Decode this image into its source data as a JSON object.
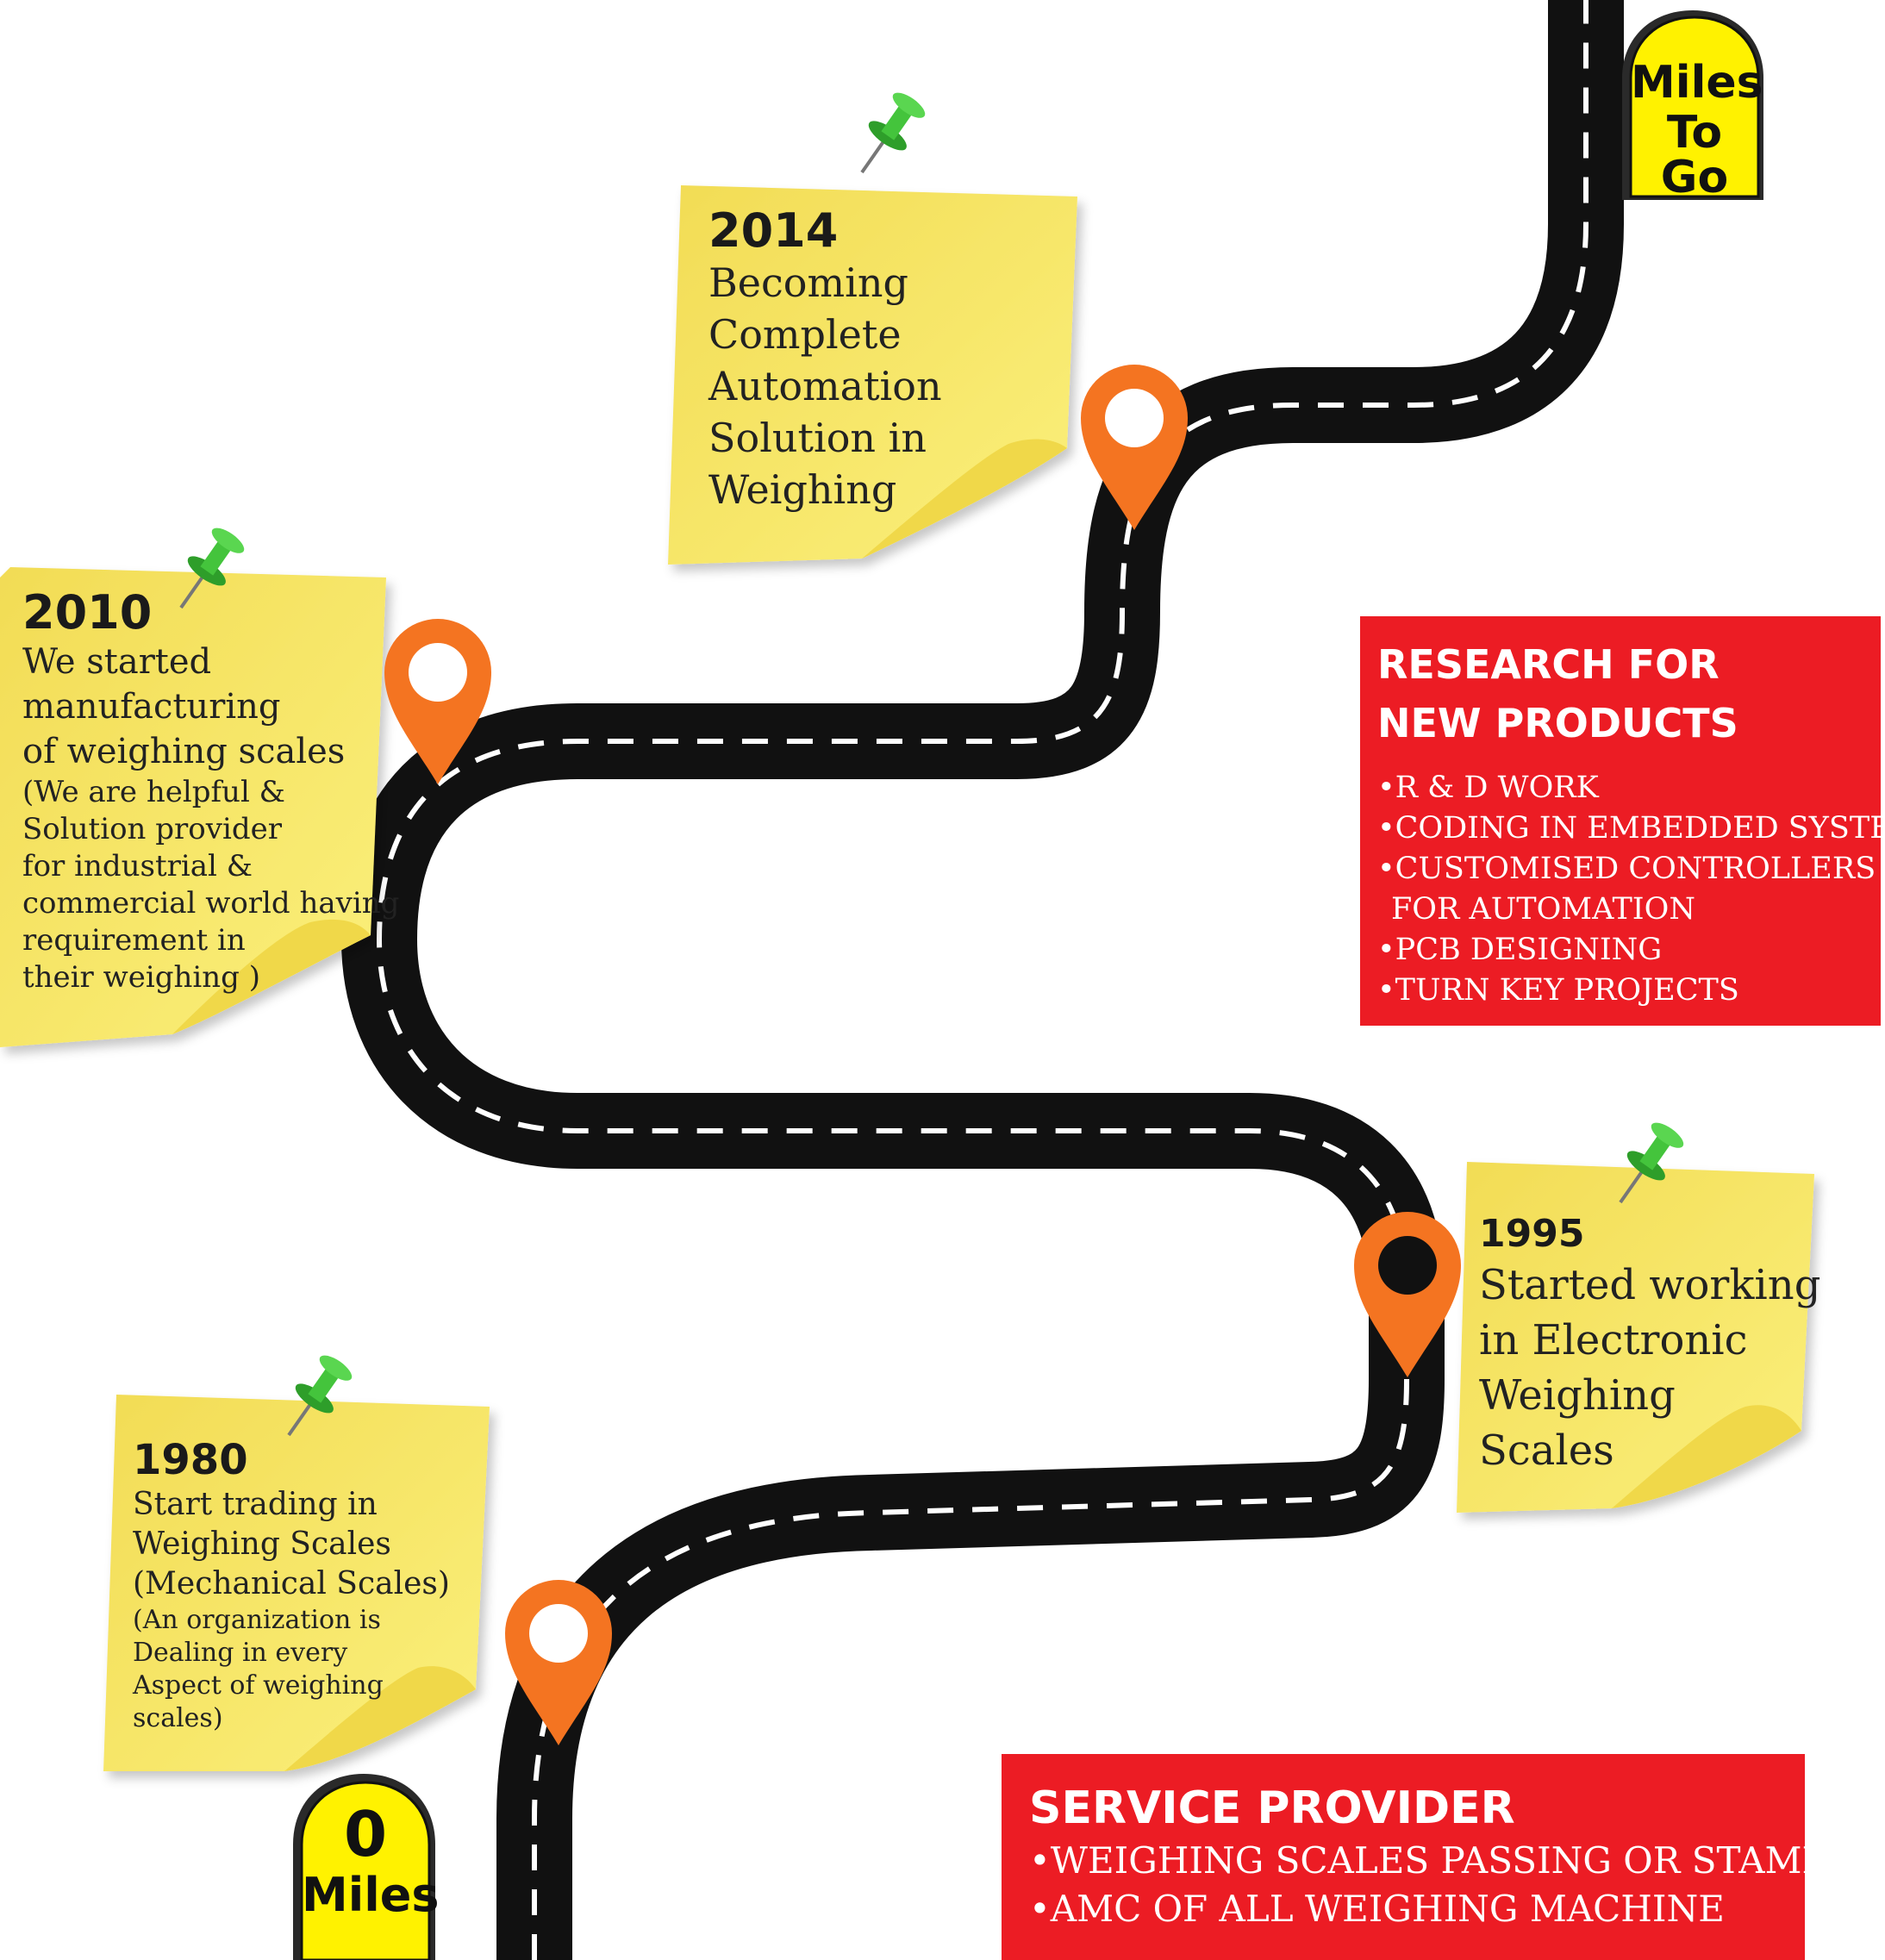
{
  "signs": {
    "end": {
      "line1": "Miles",
      "line2": "To Go"
    },
    "start": {
      "line1": "0",
      "line2": "Miles"
    }
  },
  "milestones": [
    {
      "year": "1980",
      "lines": [
        "Start trading in",
        "Weighing Scales",
        "(Mechanical Scales)"
      ],
      "sub_lines": [
        "(An organization is",
        "Dealing in every",
        "Aspect of weighing",
        "scales)"
      ]
    },
    {
      "year": "1995",
      "lines": [
        "Started working",
        "in Electronic",
        "Weighing",
        "Scales"
      ]
    },
    {
      "year": "2010",
      "lines": [
        "We started",
        "manufacturing",
        "of weighing scales"
      ],
      "sub_lines": [
        "(We are helpful &",
        "Solution provider",
        "for industrial &",
        "commercial world having",
        "requirement in",
        "their weighing )"
      ]
    },
    {
      "year": "2014",
      "lines": [
        "Becoming",
        "Complete",
        "Automation",
        "Solution in",
        "Weighing"
      ]
    }
  ],
  "research": {
    "title_line1": "RESEARCH FOR",
    "title_line2": "NEW PRODUCTS",
    "items": [
      "•R & D WORK",
      "•CODING IN EMBEDDED SYSTEM",
      "•CUSTOMISED CONTROLLERS",
      " FOR AUTOMATION",
      "•PCB DESIGNING",
      "•TURN KEY PROJECTS"
    ]
  },
  "service": {
    "title": "SERVICE PROVIDER",
    "items": [
      "•WEIGHING SCALES PASSING OR STAMPING",
      "•AMC OF ALL WEIGHING MACHINE"
    ]
  },
  "colors": {
    "road": "#111111",
    "road_dash": "#ffffff",
    "marker": "#f47421",
    "note": "#f7e86a",
    "note_shadow": "#e8cf3e",
    "pin": "#3fbf3a",
    "box": "#ec1c24",
    "sign": "#fff200"
  },
  "icons": [
    "location-marker-icon",
    "push-pin-icon",
    "milestone-sign-icon"
  ]
}
